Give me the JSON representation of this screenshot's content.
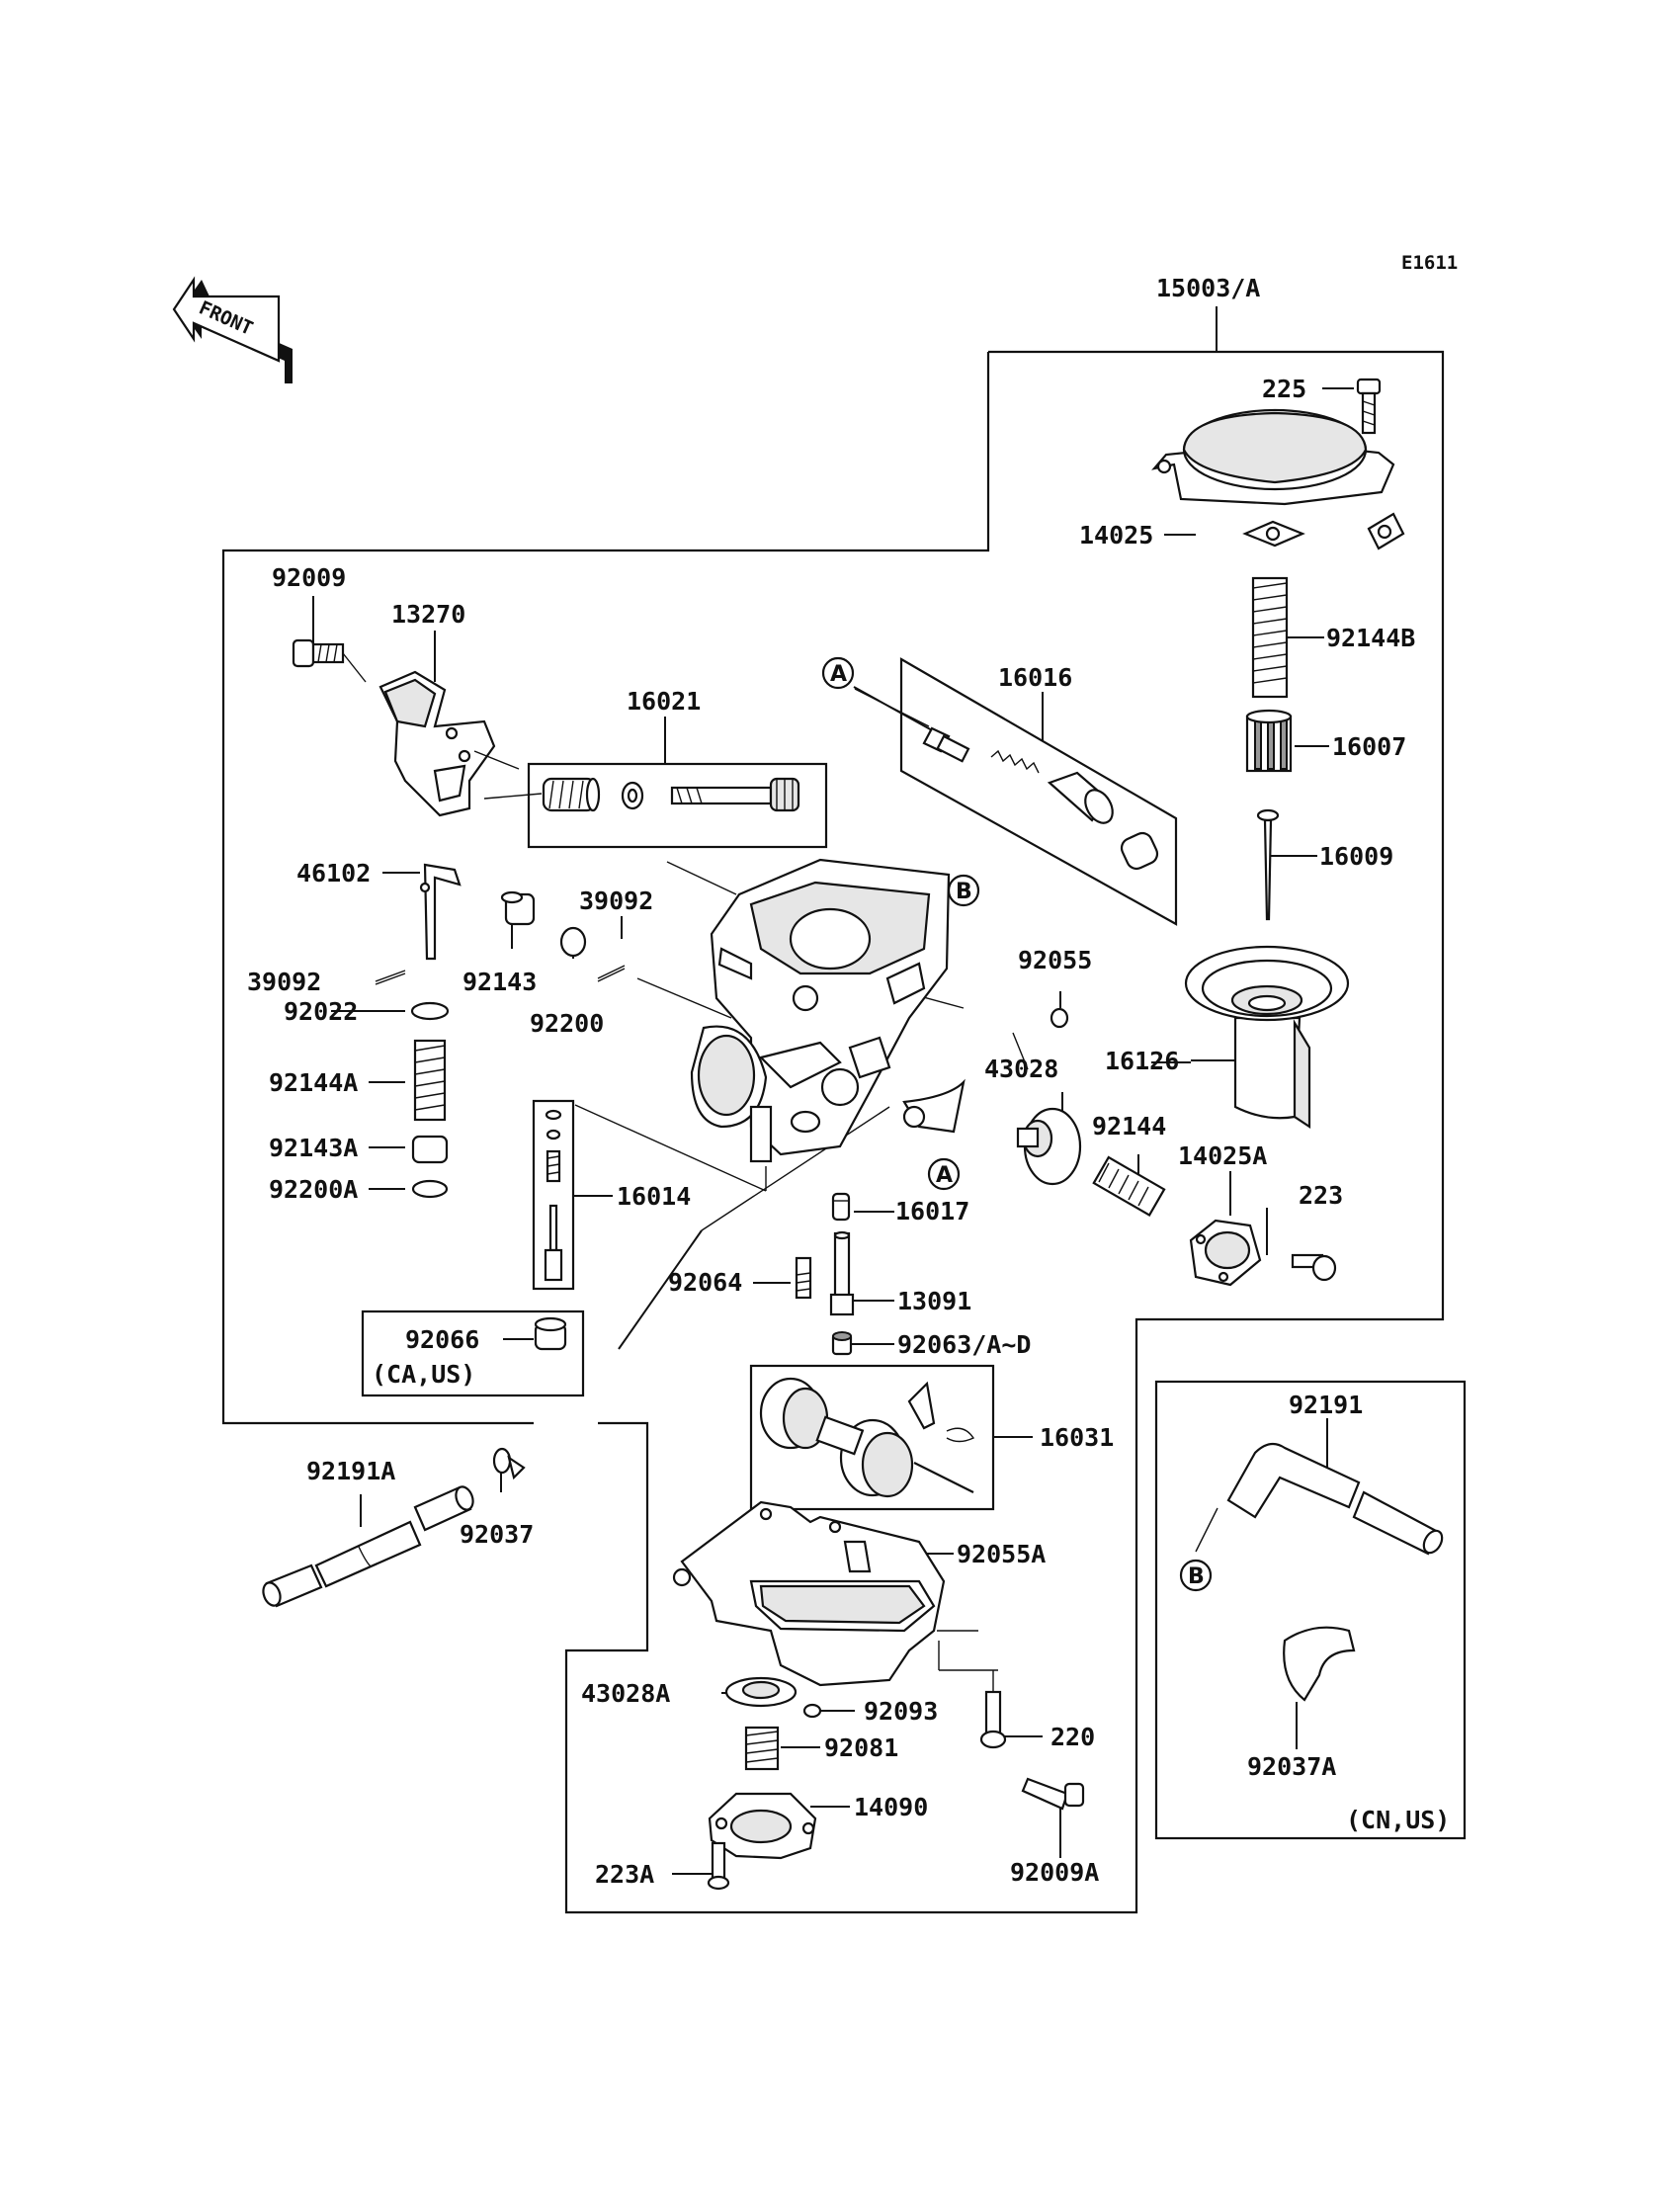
{
  "diagram_code": "E1611",
  "front_label": "FRONT",
  "region_notes": {
    "ca_us": "(CA,US)",
    "cn_us": "(CN,US)"
  },
  "ref_letters": {
    "a": "A",
    "b": "B"
  },
  "parts": {
    "p15003": "15003/A",
    "p225": "225",
    "p14025": "14025",
    "p92144b": "92144B",
    "p16007": "16007",
    "p16009": "16009",
    "p16126": "16126",
    "p16016": "16016",
    "p92009": "92009",
    "p13270": "13270",
    "p16021": "16021",
    "p46102": "46102",
    "p39092a": "39092",
    "p39092b": "39092",
    "p92143": "92143",
    "p92200": "92200",
    "p92022": "92022",
    "p92144a": "92144A",
    "p92143a": "92143A",
    "p92200a": "92200A",
    "p16014": "16014",
    "p92066": "92066",
    "p92055": "92055",
    "p43028": "43028",
    "p92144": "92144",
    "p14025a": "14025A",
    "p223": "223",
    "p16017": "16017",
    "p92064": "92064",
    "p13091": "13091",
    "p92063": "92063/A~D",
    "p16031": "16031",
    "p92191a": "92191A",
    "p92037": "92037",
    "p92055a": "92055A",
    "p43028a": "43028A",
    "p92093": "92093",
    "p92081": "92081",
    "p220": "220",
    "p14090": "14090",
    "p223a": "223A",
    "p92009a": "92009A",
    "p92191": "92191",
    "p92037a": "92037A"
  }
}
